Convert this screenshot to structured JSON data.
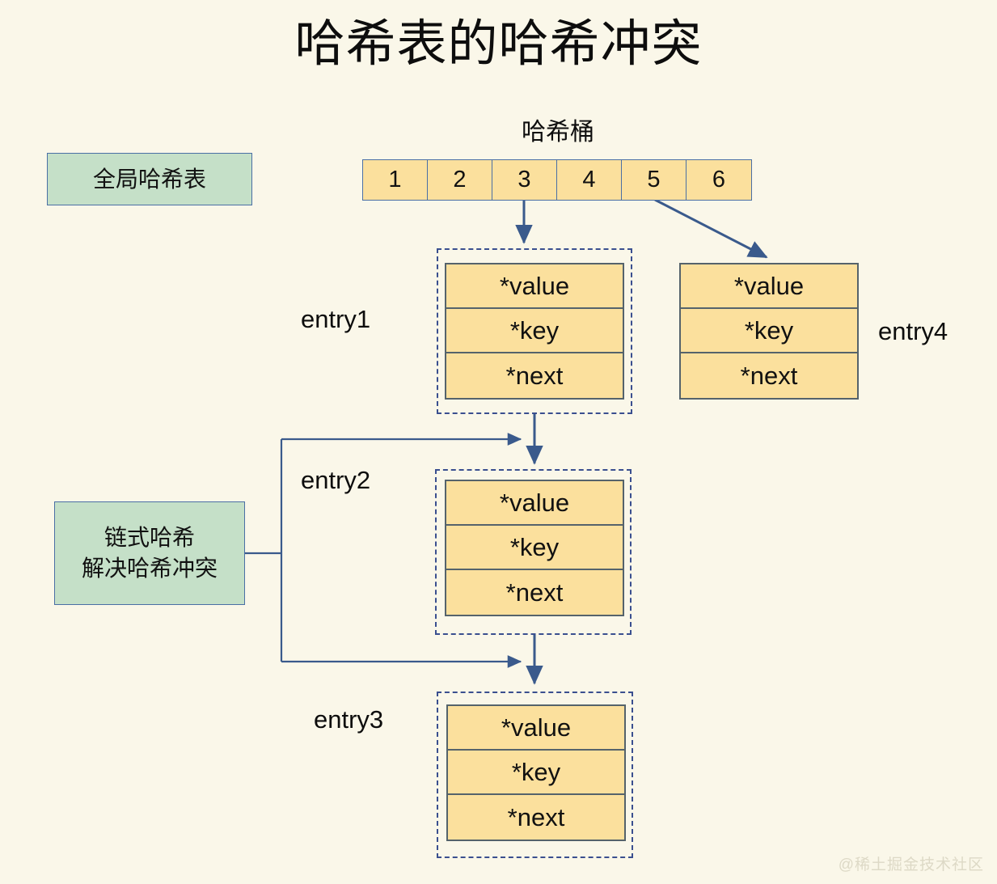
{
  "title": "哈希表的哈希冲突",
  "background_color": "#faf7e9",
  "colors": {
    "node_fill": "#fbe09d",
    "node_border": "#55636b",
    "callout_fill": "#c5e0c8",
    "callout_border": "#4a6fa5",
    "arrow": "#3a5a8c",
    "dashed_border": "#3a4f8f",
    "text": "#111111",
    "watermark": "#ddd9c6"
  },
  "callouts": {
    "global_table": {
      "lines": [
        "全局哈希表"
      ]
    },
    "chained_hash": {
      "lines": [
        "链式哈希",
        "解决哈希冲突"
      ]
    }
  },
  "bucket": {
    "label": "哈希桶",
    "cells": [
      "1",
      "2",
      "3",
      "4",
      "5",
      "6"
    ]
  },
  "entries": [
    {
      "id": "entry1",
      "label": "entry1",
      "label_side": "left",
      "dashed": true,
      "fields": [
        "*value",
        "*key",
        "*next"
      ]
    },
    {
      "id": "entry2",
      "label": "entry2",
      "label_side": "left",
      "dashed": true,
      "fields": [
        "*value",
        "*key",
        "*next"
      ]
    },
    {
      "id": "entry3",
      "label": "entry3",
      "label_side": "left",
      "dashed": true,
      "fields": [
        "*value",
        "*key",
        "*next"
      ]
    },
    {
      "id": "entry4",
      "label": "entry4",
      "label_side": "right",
      "dashed": false,
      "fields": [
        "*value",
        "*key",
        "*next"
      ]
    }
  ],
  "connections": [
    {
      "from": "bucket-cell-3",
      "to": "entry1",
      "style": "straight-down-arrow"
    },
    {
      "from": "bucket-cell-5",
      "to": "entry4",
      "style": "diagonal-arrow"
    },
    {
      "from": "entry1-next",
      "to": "entry2",
      "style": "straight-down-arrow"
    },
    {
      "from": "entry2-next",
      "to": "entry3",
      "style": "straight-down-arrow"
    },
    {
      "from": "chained-hash-callout",
      "to": "entry2",
      "style": "elbow-arrow"
    },
    {
      "from": "chained-hash-callout",
      "to": "entry3",
      "style": "elbow-arrow"
    }
  ],
  "watermark": "@稀土掘金技术社区"
}
